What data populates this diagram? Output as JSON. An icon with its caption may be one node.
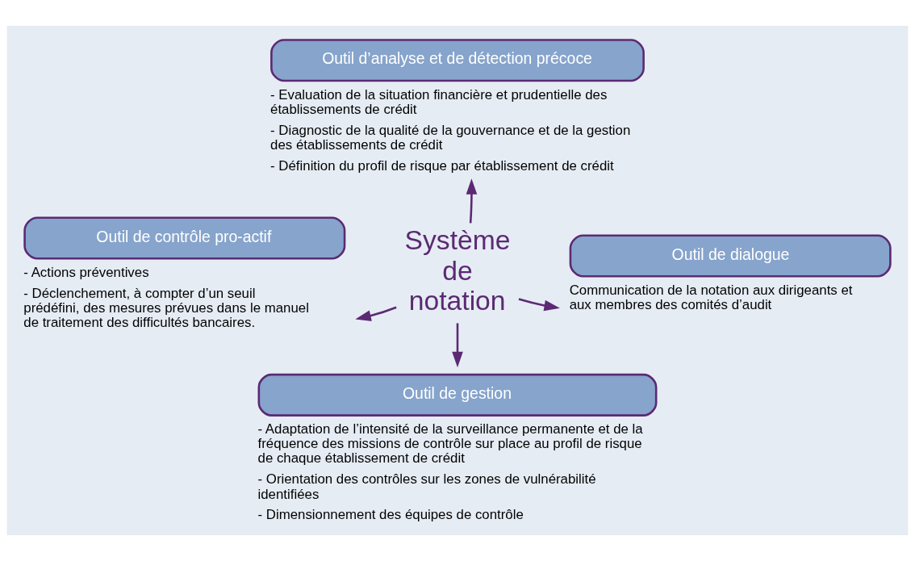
{
  "diagram": {
    "nodes": [
      {
        "text": [
          "Outil d’analyse et de détection précoce"
        ],
        "beside": [
          "- Evaluation de la situation financière et prudentielle des établissements de crédit",
          "- Diagnostic de la qualité de la gouvernance et de la gestion des établissements de crédit",
          "- Définition du profil de risque par établissement de crédit"
        ]
      },
      {
        "text": [
          "Outil de contrôle pro-actif"
        ],
        "beside": [
          "- Actions préventives",
          "- Déclenchement, à compter d’un seuil prédéfini, des mesures prévues dans le manuel de traitement des difficultés bancaires."
        ]
      },
      {
        "text": [
          "Système de notation"
        ]
      },
      {
        "text": [
          "Outil de dialogue"
        ],
        "beside": [
          "Communication de la notation aux dirigeants et aux membres des comités d’audit"
        ]
      },
      {
        "text": [
          "Outil de gestion"
        ],
        "beside": [
          "- Adaptation de l’intensité de la surveillance permanente et de la fréquence des missions de contrôle sur place au profil de risque de chaque établissement de crédit",
          "- Orientation des contrôles sur les zones de vulnérabilité identifiées",
          "- Dimensionnement des équipes de contrôle"
        ]
      }
    ],
    "edges": [
      {
        "from": 2,
        "to": 0,
        "arrow": "to"
      },
      {
        "from": 2,
        "to": 1,
        "arrow": "to"
      },
      {
        "from": 2,
        "to": 3,
        "arrow": "to"
      },
      {
        "from": 2,
        "to": 4,
        "arrow": "to"
      }
    ]
  }
}
